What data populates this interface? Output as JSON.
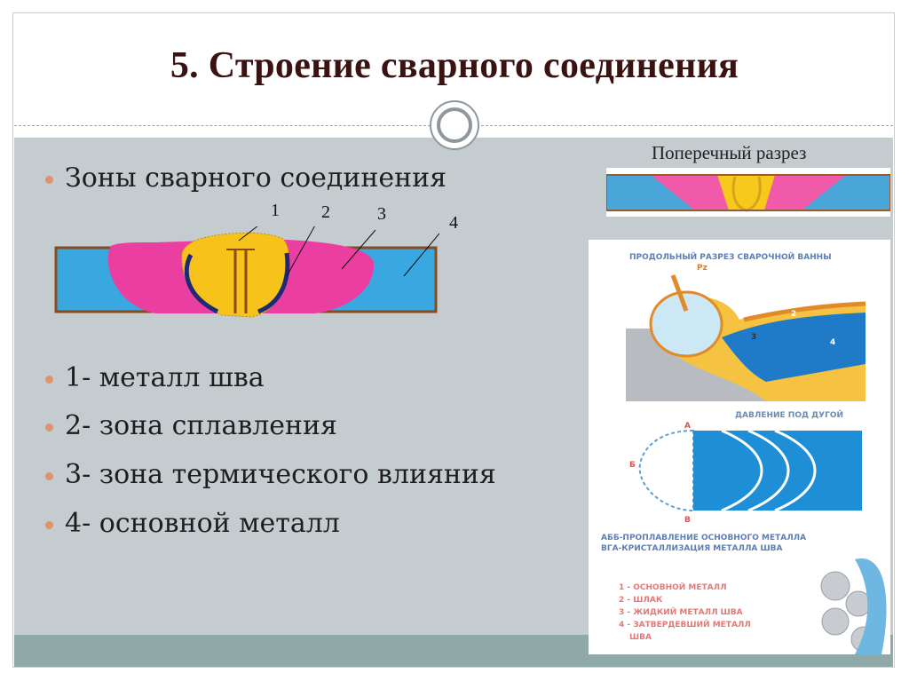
{
  "slide": {
    "title": "5. Строение сварного соединения",
    "heading_bullet": "Зоны сварного соединения",
    "bullets": [
      "1- металл шва",
      "2- зона сплавления",
      "3- зона термического влияния",
      "4- основной металл"
    ],
    "diagram_numbers": [
      "1",
      "2",
      "3",
      "4"
    ],
    "cross_section_caption": "Поперечный разрез"
  },
  "photo": {
    "top_caption": "ПРОДОЛЬНЫЙ РАЗРЕЗ СВАРОЧНОЙ ВАННЫ",
    "pz_label": "Рz",
    "zone_labels": [
      "2",
      "3",
      "4"
    ],
    "pressure_caption": "ДАВЛЕНИЕ ПОД ДУГОЙ",
    "plan_letters": [
      "А",
      "Б",
      "В"
    ],
    "caption_line1": "АББ-ПРОПЛАВЛЕНИЕ ОСНОВНОГО МЕТАЛЛА",
    "caption_line2": "ВГА-КРИСТАЛЛИЗАЦИЯ МЕТАЛЛА ШВА",
    "legend": [
      "1 - ОСНОВНОЙ МЕТАЛЛ",
      "2 - ШЛАК",
      "3 - ЖИДКИЙ МЕТАЛЛ ШВА",
      "4 - ЗАТВЕРДЕВШИЙ МЕТАЛЛ",
      "ШВА"
    ]
  },
  "colors": {
    "title": "#3b1212",
    "content_bg": "#c5ccd0",
    "footer_bar": "#8fa9a9",
    "bullet_dot": "#e0936a",
    "weld_metal": "#f7c21a",
    "heat_zone": "#ea3fa0",
    "base_metal": "#3aa8e0",
    "fusion_line": "#1c2a78"
  }
}
